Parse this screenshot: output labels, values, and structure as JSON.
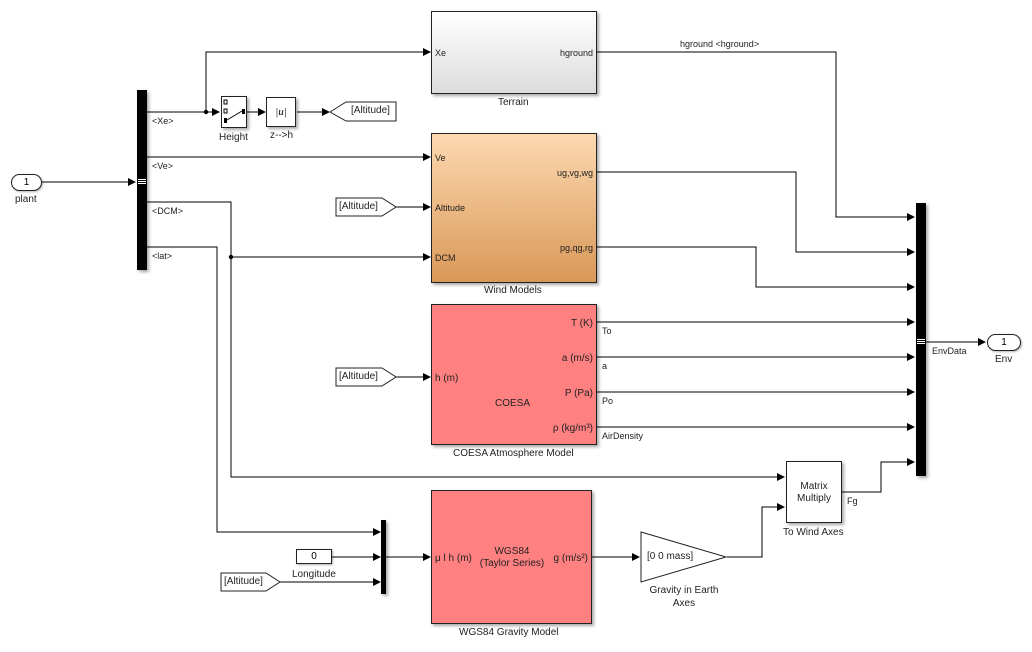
{
  "diagram": {
    "inport": {
      "number": "1",
      "name": "plant"
    },
    "outport": {
      "number": "1",
      "name": "Env"
    },
    "bus_selector_signals": [
      "<Xe>",
      "<Ve>",
      "<DCM>",
      "<lat>"
    ],
    "height_block": {
      "name": "Height"
    },
    "abs_block": {
      "icon": "|u|",
      "name": "z-->h"
    },
    "goto_altitude": "[Altitude]",
    "from_altitude_wind": "[Altitude]",
    "from_altitude_coesa": "[Altitude]",
    "from_altitude_wgs": "[Altitude]",
    "terrain": {
      "name": "Terrain",
      "in_ports": [
        "Xe"
      ],
      "out_ports": [
        "hground"
      ]
    },
    "terrain_signal": "hground <hground>",
    "wind": {
      "name": "Wind Models",
      "in_ports": [
        "Ve",
        "Altitude",
        "DCM"
      ],
      "out_ports": [
        "ug,vg,wg",
        "pg,qg,rg"
      ]
    },
    "coesa": {
      "name": "COESA Atmosphere Model",
      "icon_label": "COESA",
      "in_ports": [
        "h (m)"
      ],
      "out_ports": [
        "T (K)",
        "a (m/s)",
        "P (Pa)",
        "ρ (kg/m³)"
      ],
      "out_signals": [
        "To",
        "a",
        "Po",
        "AirDensity"
      ]
    },
    "longitude": {
      "value": "0",
      "name": "Longitude"
    },
    "wgs84": {
      "name": "WGS84 Gravity Model",
      "title": "WGS84",
      "subtitle": "(Taylor Series)",
      "in_port": "μ l h (m)",
      "out_port": "g (m/s²)"
    },
    "gain": {
      "value": "[0 0 mass]",
      "name_line1": "Gravity in Earth",
      "name_line2": "Axes"
    },
    "matmul": {
      "line1": "Matrix",
      "line2": "Multiply",
      "name": "To Wind Axes",
      "out_signal": "Fg"
    },
    "bus_creator_signal": "EnvData"
  }
}
